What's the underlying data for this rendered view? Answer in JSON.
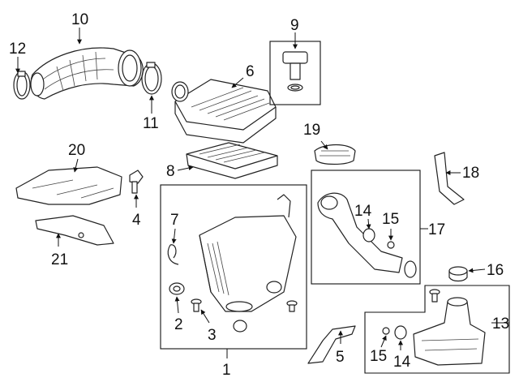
{
  "callouts": {
    "c1": "1",
    "c2": "2",
    "c3": "3",
    "c4": "4",
    "c5": "5",
    "c6": "6",
    "c7": "7",
    "c8": "8",
    "c9": "9",
    "c10": "10",
    "c11": "11",
    "c12": "12",
    "c13": "13",
    "c14a": "14",
    "c14b": "14",
    "c15a": "15",
    "c15b": "15",
    "c16": "16",
    "c17": "17",
    "c18": "18",
    "c19": "19",
    "c20": "20",
    "c21": "21"
  },
  "colors": {
    "line": "#222222",
    "background": "#ffffff"
  }
}
